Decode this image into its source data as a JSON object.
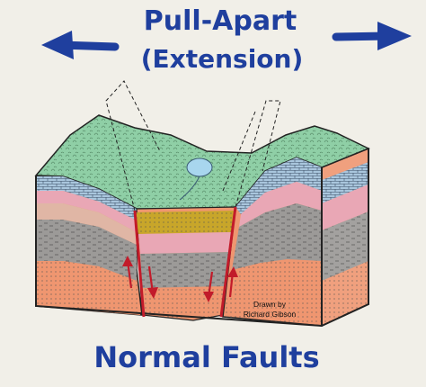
{
  "title_line1": "Pull-Apart",
  "title_line2": "(Extension)",
  "footer": "Normal Faults",
  "credit_line1": "Drawn by",
  "credit_line2": "Richard Gibson",
  "colors": {
    "marker_blue": "#1f3f9e",
    "topsoil_green": "#8fcfa6",
    "sandstone_tan": "#e8d9a8",
    "brick_blue": "#a9c6dd",
    "pink_layer": "#e9a7b5",
    "gray_layer": "#9c9a98",
    "orange_layer": "#ef9670",
    "basin_fill": "#c8a62a",
    "fault_red": "#c21b2a",
    "lake_blue": "#a8d6ee"
  },
  "icons": [
    "left-arrow-icon",
    "right-arrow-icon",
    "fault-motion-arrow-icon"
  ]
}
